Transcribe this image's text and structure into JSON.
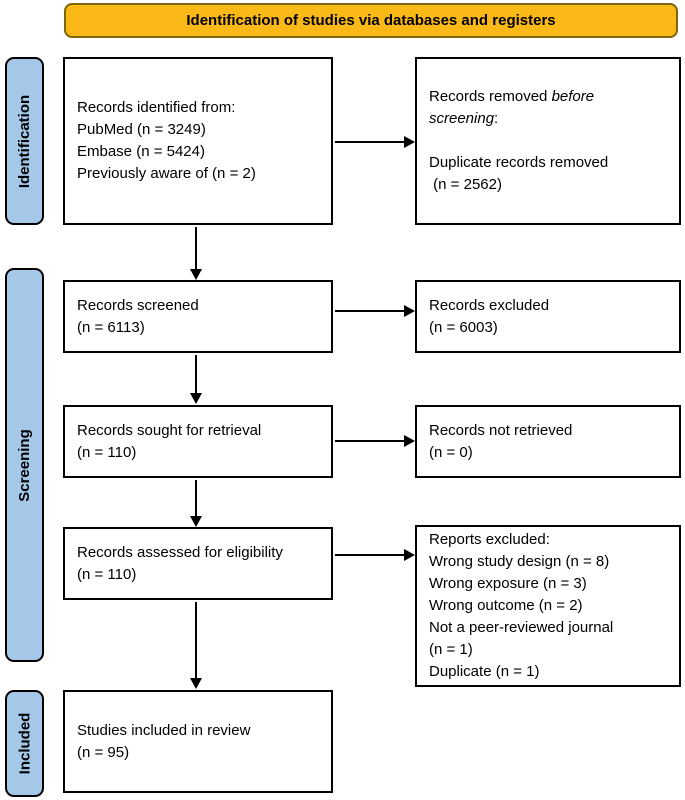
{
  "banner": {
    "label": "Identification of studies via databases and registers"
  },
  "sidebar": {
    "identification": "Identification",
    "screening": "Screening",
    "included": "Included"
  },
  "flow": {
    "identified": {
      "lines": [
        "Records identified from:",
        "PubMed (n = 3249)",
        "Embase (n = 5424)",
        "Previously aware of (n = 2)"
      ]
    },
    "removed": {
      "prefix": "Records removed ",
      "italic": "before screening",
      "suffix": ":",
      "detail_lines": [
        "Duplicate records removed",
        " (n = 2562)"
      ]
    },
    "screened": {
      "lines": [
        "Records screened",
        "(n = 6113)"
      ]
    },
    "excluded": {
      "lines": [
        "Records excluded",
        "(n = 6003)"
      ]
    },
    "sought": {
      "lines": [
        "Records sought for retrieval",
        "(n = 110)"
      ]
    },
    "not_retrieved": {
      "lines": [
        "Records not retrieved",
        "(n = 0)"
      ]
    },
    "assessed": {
      "lines": [
        "Records assessed for eligibility",
        "(n = 110)"
      ]
    },
    "reports_excluded": {
      "lines": [
        "Reports excluded:",
        "Wrong study design (n = 8)",
        "Wrong exposure (n = 3)",
        "Wrong outcome (n = 2)",
        "Not a peer-reviewed journal",
        "(n = 1)",
        "Duplicate (n = 1)"
      ]
    },
    "included_studies": {
      "lines": [
        "Studies included in review",
        "(n = 95)"
      ]
    }
  },
  "colors": {
    "banner_fill": "#fbb917",
    "banner_border": "#7d6608",
    "sidebar_fill": "#a5c8e9",
    "box_fill": "#ffffff",
    "line_color": "#000000"
  }
}
